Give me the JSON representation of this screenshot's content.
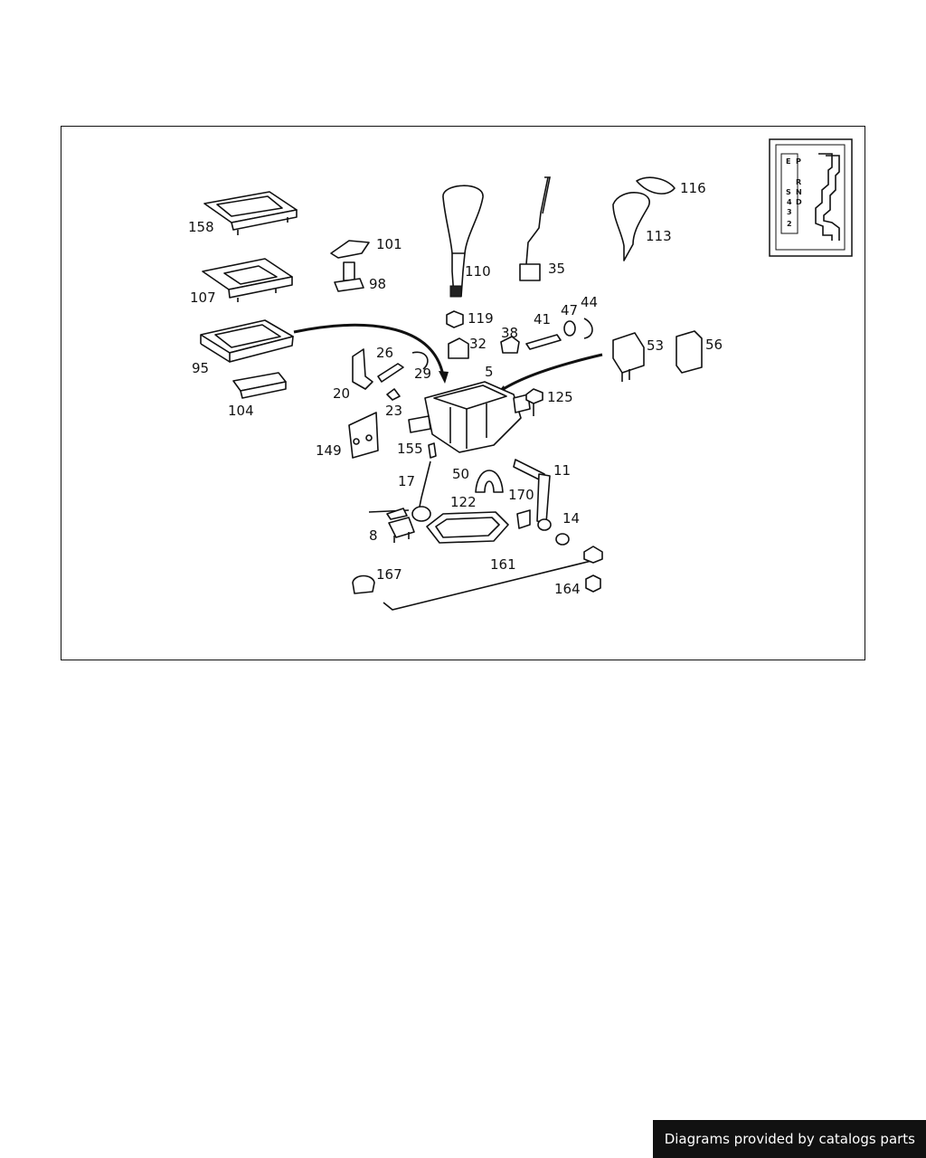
{
  "diagram": {
    "callouts": [
      {
        "id": "p158",
        "label": "158"
      },
      {
        "id": "p107",
        "label": "107"
      },
      {
        "id": "p95",
        "label": "95"
      },
      {
        "id": "p104",
        "label": "104"
      },
      {
        "id": "p101",
        "label": "101"
      },
      {
        "id": "p98",
        "label": "98"
      },
      {
        "id": "p110",
        "label": "110"
      },
      {
        "id": "p35",
        "label": "35"
      },
      {
        "id": "p116",
        "label": "116"
      },
      {
        "id": "p113",
        "label": "113"
      },
      {
        "id": "p119",
        "label": "119"
      },
      {
        "id": "p32",
        "label": "32"
      },
      {
        "id": "p38",
        "label": "38"
      },
      {
        "id": "p41",
        "label": "41"
      },
      {
        "id": "p47",
        "label": "47"
      },
      {
        "id": "p44",
        "label": "44"
      },
      {
        "id": "p53",
        "label": "53"
      },
      {
        "id": "p56",
        "label": "56"
      },
      {
        "id": "p26",
        "label": "26"
      },
      {
        "id": "p29",
        "label": "29"
      },
      {
        "id": "p5",
        "label": "5"
      },
      {
        "id": "p20",
        "label": "20"
      },
      {
        "id": "p23",
        "label": "23"
      },
      {
        "id": "p125",
        "label": "125"
      },
      {
        "id": "p149",
        "label": "149"
      },
      {
        "id": "p155",
        "label": "155"
      },
      {
        "id": "p17",
        "label": "17"
      },
      {
        "id": "p50",
        "label": "50"
      },
      {
        "id": "p11",
        "label": "11"
      },
      {
        "id": "p122",
        "label": "122"
      },
      {
        "id": "p170",
        "label": "170"
      },
      {
        "id": "p8",
        "label": "8"
      },
      {
        "id": "p14",
        "label": "14"
      },
      {
        "id": "p161",
        "label": "161"
      },
      {
        "id": "p167",
        "label": "167"
      },
      {
        "id": "p164",
        "label": "164"
      }
    ],
    "gate_inset": {
      "positions": [
        "P",
        "R",
        "N",
        "D",
        "4",
        "3",
        "2"
      ],
      "mode_labels": [
        "E",
        "S"
      ]
    }
  },
  "footer": {
    "text": "Diagrams provided by catalogs parts"
  }
}
